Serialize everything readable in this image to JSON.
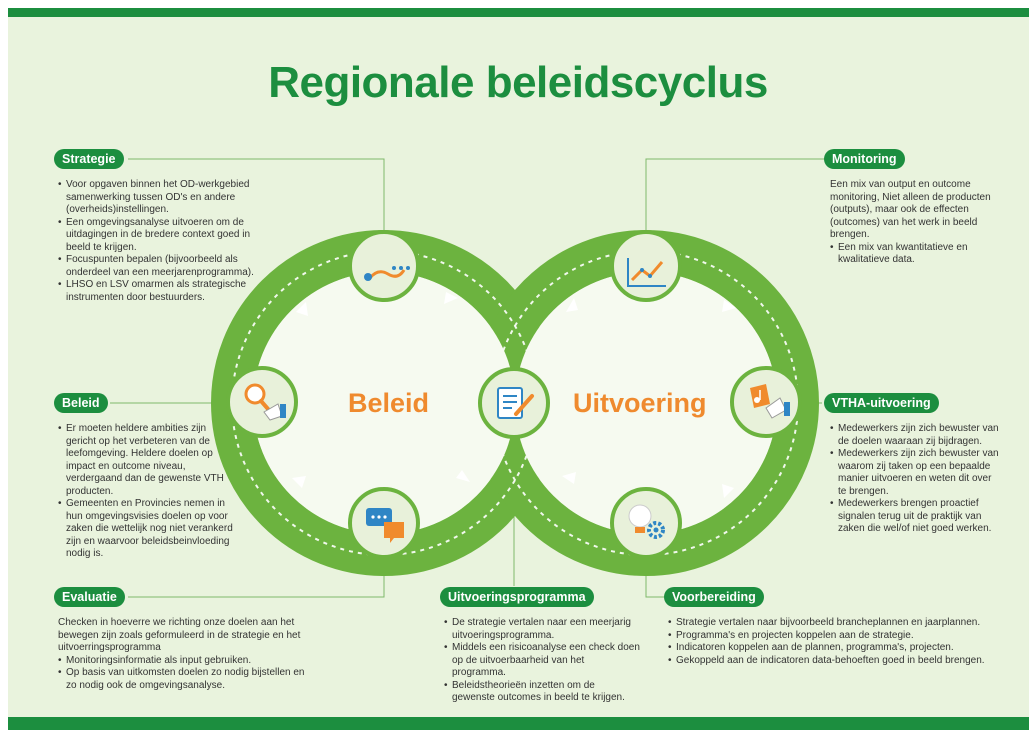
{
  "title": "Regionale beleidscyclus",
  "center_labels": {
    "beleid": "Beleid",
    "uitvoering": "Uitvoering"
  },
  "sections": {
    "strategie": {
      "label": "Strategie",
      "bullets": [
        "Voor opgaven binnen het OD-werkgebied samenwerking tussen OD's en andere (overheids)instellingen.",
        "Een omgevingsanalyse uitvoeren om de uitdagingen in de bredere context goed in beeld te krijgen.",
        "Focuspunten bepalen (bijvoorbeeld als onderdeel van een meerjarenprogramma).",
        "LHSO en LSV omarmen als strategische instrumenten door bestuurders."
      ]
    },
    "beleid": {
      "label": "Beleid",
      "bullets": [
        "Er moeten heldere ambities zijn gericht op het verbeteren van de leefomgeving. Heldere doelen op impact en outcome niveau, verdergaand dan de gewenste VTH producten.",
        "Gemeenten en Provincies nemen in hun omgevingsvisies doelen op voor zaken die wettelijk nog niet verankerd zijn en waarvoor beleidsbeinvloeding nodig is."
      ]
    },
    "evaluatie": {
      "label": "Evaluatie",
      "intro": "Checken in hoeverre we richting onze doelen aan het bewegen zijn zoals geformuleerd in de strategie en het uitvoerringsprogramma",
      "bullets": [
        "Monitoringsinformatie als input gebruiken.",
        "Op basis van uitkomsten doelen zo nodig bijstellen en zo nodig ook de omgevingsanalyse."
      ]
    },
    "uitvoeringsprogramma": {
      "label": "Uitvoeringsprogramma",
      "bullets": [
        "De strategie vertalen naar een meerjarig uitvoeringsprogramma.",
        "Middels een risicoanalyse een check doen op de uitvoerbaarheid van het programma.",
        "Beleidstheorieën inzetten om de gewenste outcomes in beeld te krijgen."
      ]
    },
    "monitoring": {
      "label": "Monitoring",
      "intro": "Een mix van output en outcome monitoring, Niet alleen de producten (outputs), maar ook de effecten (outcomes) van het werk in beeld brengen.",
      "bullets": [
        "Een mix van kwantitatieve en kwalitatieve data."
      ]
    },
    "vtha": {
      "label": "VTHA-uitvoering",
      "bullets": [
        "Medewerkers zijn zich bewuster van de doelen waaraan zij bijdragen.",
        "Medewerkers zijn zich bewuster van waarom zij taken op een bepaalde manier uitvoeren en weten dit over te brengen.",
        "Medewerkers brengen proactief signalen terug uit de praktijk van zaken die wel/of niet goed werken."
      ]
    },
    "voorbereiding": {
      "label": "Voorbereiding",
      "bullets": [
        "Strategie vertalen naar bijvoorbeeld brancheplannen en jaarplannen.",
        "Programma's en projecten koppelen aan de strategie.",
        "Indicatoren koppelen aan de plannen, programma's, projecten.",
        "Gekoppeld aan de indicatoren data-behoeften goed in beeld brengen."
      ]
    }
  },
  "icons": {
    "strategie": "route-icon",
    "beleid": "magnifier-hand-icon",
    "evaluatie": "chat-bubbles-icon",
    "uitvoeringsprogramma": "document-pen-icon",
    "monitoring": "line-chart-icon",
    "vtha": "music-note-hand-icon",
    "voorbereiding": "lightbulb-gear-icon"
  },
  "colors": {
    "brand_green": "#1c8e3f",
    "ring_green": "#6cb33f",
    "accent_orange": "#ef8a2e",
    "icon_blue": "#2f86c5",
    "background": "#e9f3dd"
  }
}
